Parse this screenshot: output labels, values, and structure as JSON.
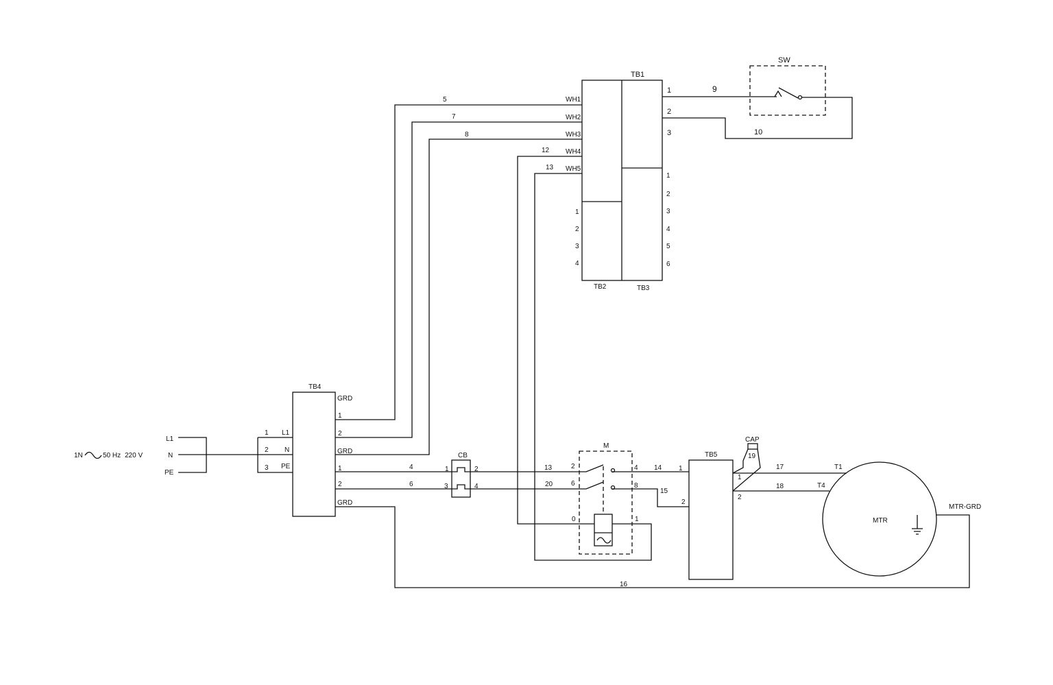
{
  "supply": {
    "label_1n": "1N",
    "label_hz": "50 Hz",
    "label_v": "220 V",
    "lines": [
      "L1",
      "N",
      "PE"
    ]
  },
  "tb4": {
    "title": "TB4",
    "left_nums": [
      "1",
      "2",
      "3"
    ],
    "left_names": [
      "L1",
      "N",
      "PE"
    ],
    "right_labels": [
      "GRD",
      "1",
      "2",
      "GRD",
      "1",
      "2",
      "GRD"
    ]
  },
  "tb1": {
    "title": "TB1",
    "wh_labels": [
      "WH1",
      "WH2",
      "WH3",
      "WH4",
      "WH5"
    ],
    "right_top": [
      "1",
      "2",
      "3"
    ]
  },
  "tb2": {
    "title": "TB2",
    "pins": [
      "1",
      "2",
      "3",
      "4"
    ]
  },
  "tb3": {
    "title": "TB3",
    "pins": [
      "1",
      "2",
      "3",
      "4",
      "5",
      "6"
    ]
  },
  "sw": {
    "title": "SW"
  },
  "cb": {
    "title": "CB",
    "pins": [
      "1",
      "2",
      "3",
      "4"
    ]
  },
  "m": {
    "title": "M",
    "pins": [
      "2",
      "4",
      "6",
      "8",
      "0",
      "1"
    ]
  },
  "tb5": {
    "title": "TB5",
    "left": [
      "1",
      "2"
    ],
    "right": [
      "1",
      "2"
    ]
  },
  "cap": {
    "title": "CAP",
    "num": "19"
  },
  "motor": {
    "title": "MTR",
    "t1": "T1",
    "t4": "T4",
    "grd": "MTR-GRD"
  },
  "wires": {
    "w5": "5",
    "w7": "7",
    "w8": "8",
    "w12": "12",
    "w13a": "13",
    "w9": "9",
    "w10": "10",
    "w4": "4",
    "w6": "6",
    "w13b": "13",
    "w20": "20",
    "w14": "14",
    "w15": "15",
    "w17": "17",
    "w18": "18",
    "w16": "16"
  }
}
